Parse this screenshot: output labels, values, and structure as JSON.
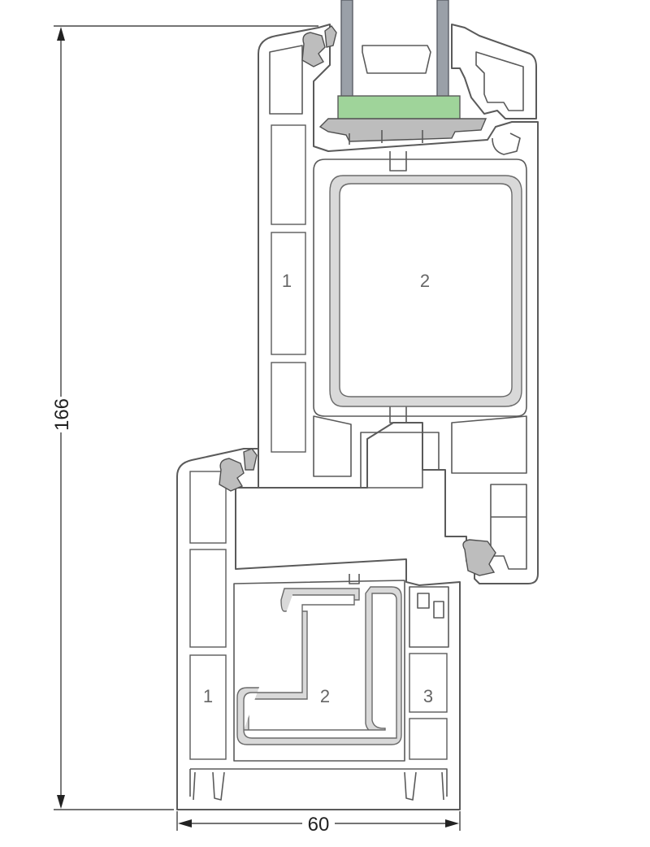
{
  "dimensions": {
    "height": "166",
    "width": "60"
  },
  "chamber_labels": {
    "sash_outer": "1",
    "sash_reinforcement": "2",
    "frame_outer": "1",
    "frame_reinforcement": "2",
    "frame_inner": "3"
  },
  "colors": {
    "glass": "#9aa0a8",
    "spacer": "#9fd49a",
    "gasket": "#bdbdbd",
    "reinforcement": "#d9d9d9",
    "profile_line": "#5a5a5a"
  }
}
